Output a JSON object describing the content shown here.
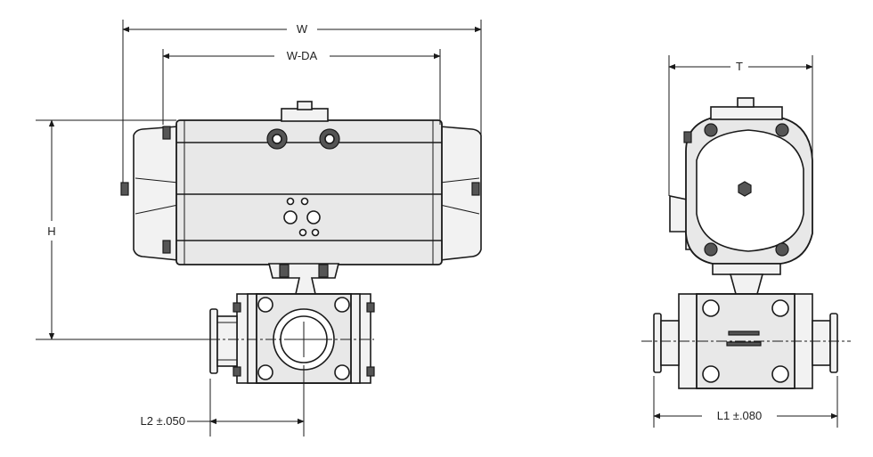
{
  "dimensions": {
    "w": "W",
    "w_da": "W-DA",
    "h": "H",
    "t": "T",
    "l2": "L2 ±.050",
    "l1": "L1 ±.080"
  }
}
